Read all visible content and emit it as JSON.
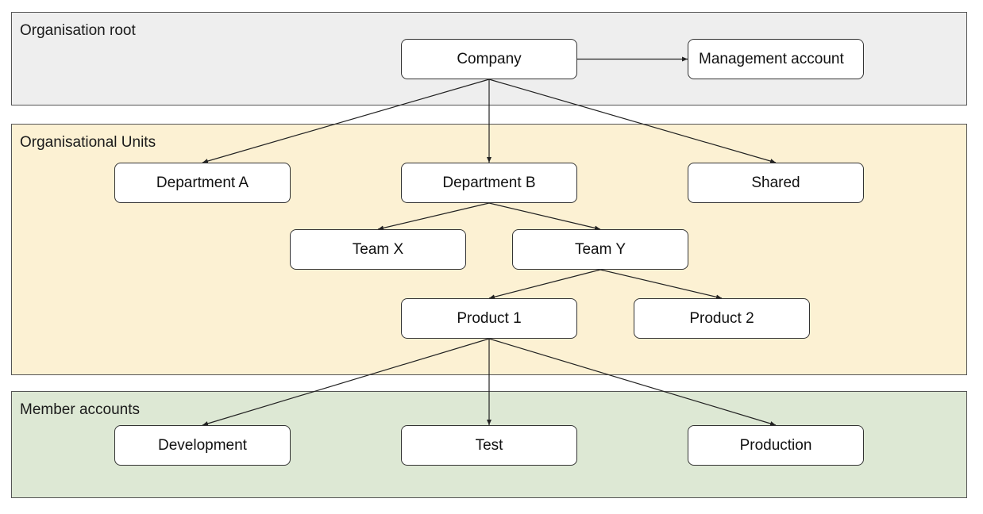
{
  "colors": {
    "root_band": "#eeeeee",
    "ou_band": "#fcf1d3",
    "members_band": "#dde8d4",
    "edge": "#222222"
  },
  "bands": {
    "root": {
      "title": "Organisation root"
    },
    "ou": {
      "title": "Organisational Units"
    },
    "members": {
      "title": "Member accounts"
    }
  },
  "nodes": {
    "company": "Company",
    "management_account": "Management account",
    "department_a": "Department A",
    "department_b": "Department B",
    "shared": "Shared",
    "team_x": "Team X",
    "team_y": "Team Y",
    "product_1": "Product 1",
    "product_2": "Product 2",
    "development": "Development",
    "test": "Test",
    "production": "Production"
  },
  "edges": [
    [
      "company",
      "management_account"
    ],
    [
      "company",
      "department_a"
    ],
    [
      "company",
      "department_b"
    ],
    [
      "company",
      "shared"
    ],
    [
      "department_b",
      "team_x"
    ],
    [
      "department_b",
      "team_y"
    ],
    [
      "team_y",
      "product_1"
    ],
    [
      "team_y",
      "product_2"
    ],
    [
      "product_1",
      "development"
    ],
    [
      "product_1",
      "test"
    ],
    [
      "product_1",
      "production"
    ]
  ]
}
